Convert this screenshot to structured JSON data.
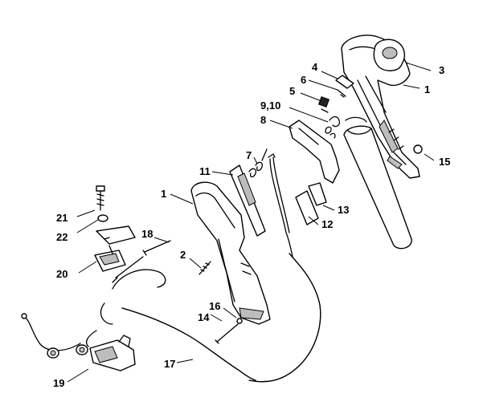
{
  "callouts": {
    "c1a": "1",
    "c1b": "1",
    "c2": "2",
    "c3": "3",
    "c4": "4",
    "c5": "5",
    "c6": "6",
    "c7": "7",
    "c8": "8",
    "c910": "9,10",
    "c11": "11",
    "c12": "12",
    "c13": "13",
    "c14": "14",
    "c15": "15",
    "c16": "16",
    "c17": "17",
    "c18": "18",
    "c19": "19",
    "c20": "20",
    "c21": "21",
    "c22": "22"
  }
}
